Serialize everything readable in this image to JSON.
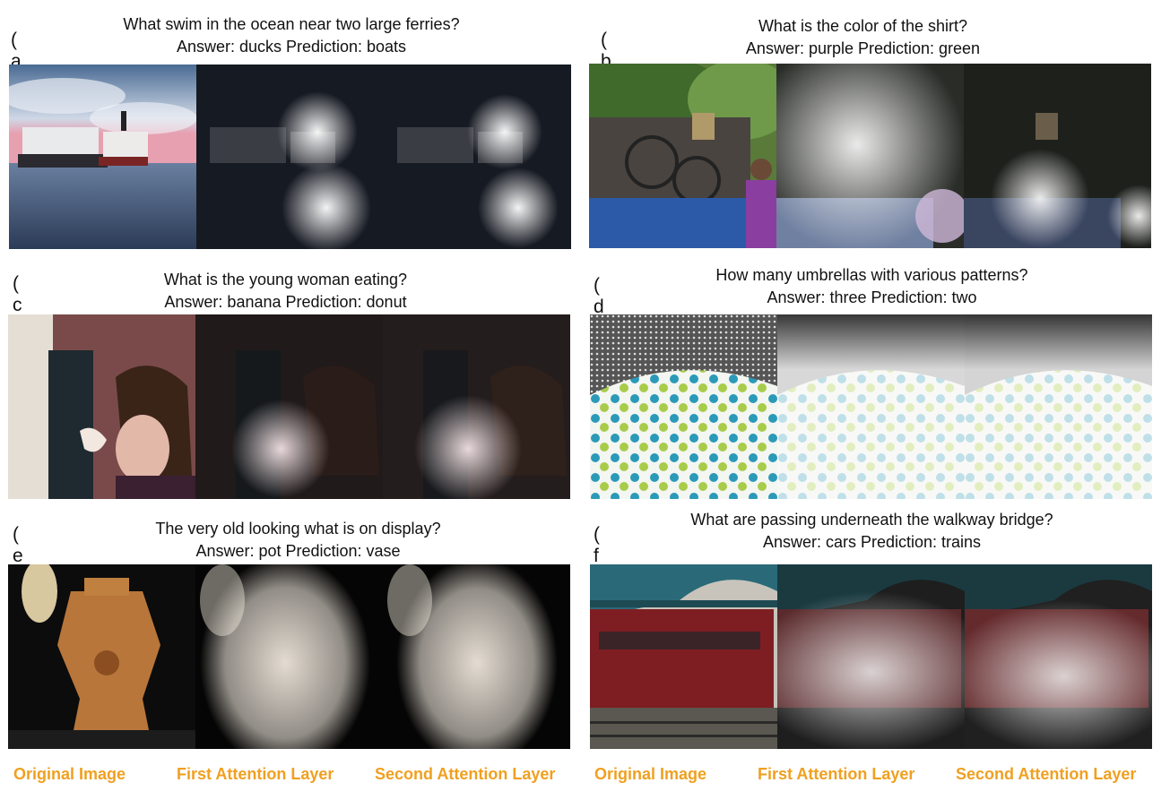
{
  "panels": [
    {
      "tag": "( a )",
      "question": "What swim in the ocean near two large ferries?",
      "result": "Answer: ducks Prediction: boats"
    },
    {
      "tag": "( b )",
      "question": "What is the color of the shirt?",
      "result": "Answer: purple Prediction: green"
    },
    {
      "tag": "( c )",
      "question": "What is the young woman eating?",
      "result": "Answer: banana Prediction: donut"
    },
    {
      "tag": "( d )",
      "question": "How many umbrellas with various patterns?",
      "result": "Answer: three Prediction: two"
    },
    {
      "tag": "( e )",
      "question": "The very old looking what is on display?",
      "result": "Answer: pot  Prediction: vase"
    },
    {
      "tag": "( f )",
      "question": "What are passing underneath the walkway bridge?",
      "result": "Answer: cars Prediction: trains"
    }
  ],
  "captions": {
    "left": [
      "Original Image",
      "First Attention Layer",
      "Second Attention Layer"
    ],
    "right": [
      "Original Image",
      "First Attention Layer",
      "Second Attention Layer"
    ]
  },
  "colors": {
    "caption": "#f0a020"
  }
}
